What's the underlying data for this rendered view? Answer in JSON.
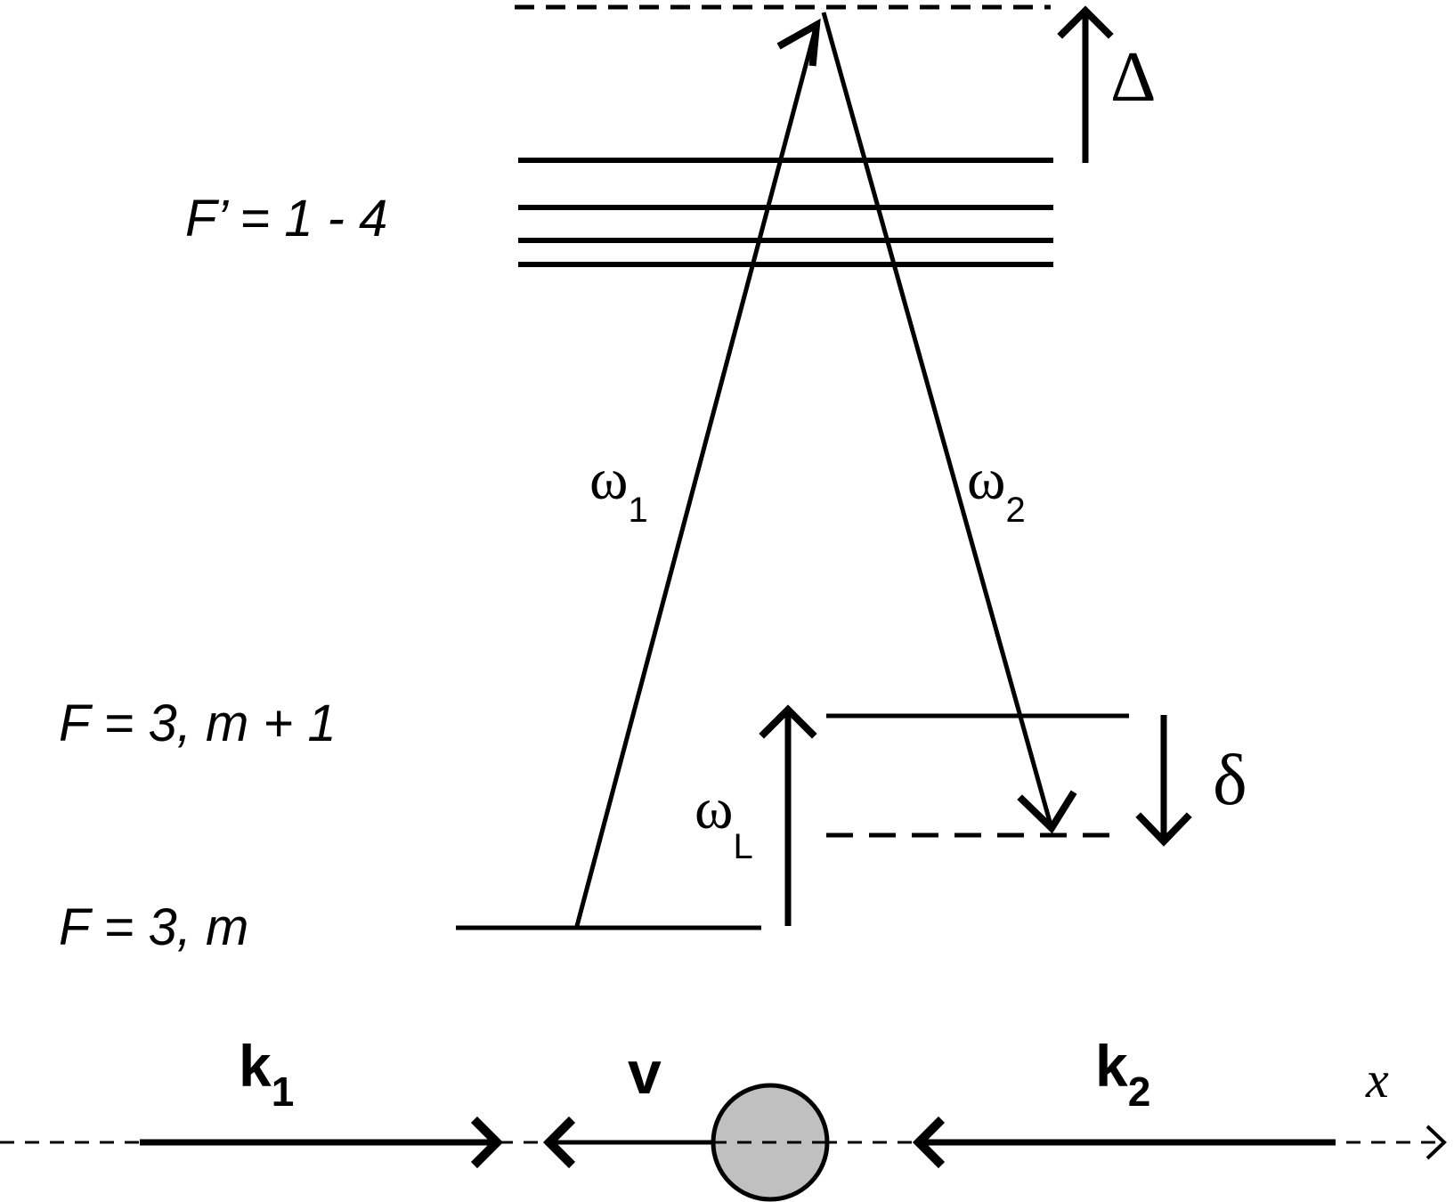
{
  "levels": {
    "excited": "F’ = 1 - 4",
    "ground_upper": "F = 3, m + 1",
    "ground_lower": "F = 3, m"
  },
  "beams": {
    "omega1": {
      "symbol": "ω",
      "sub": "1"
    },
    "omega2": {
      "symbol": "ω",
      "sub": "2"
    },
    "omegaL": {
      "symbol": "ω",
      "sub": "L"
    }
  },
  "detunings": {
    "big": "Δ",
    "small": "δ"
  },
  "axis": {
    "k1": {
      "symbol": "k",
      "sub": "1"
    },
    "k2": {
      "symbol": "k",
      "sub": "2"
    },
    "v": "v",
    "x": "x"
  },
  "colors": {
    "ink": "#000000",
    "atom_fill": "#c0c0c0"
  }
}
